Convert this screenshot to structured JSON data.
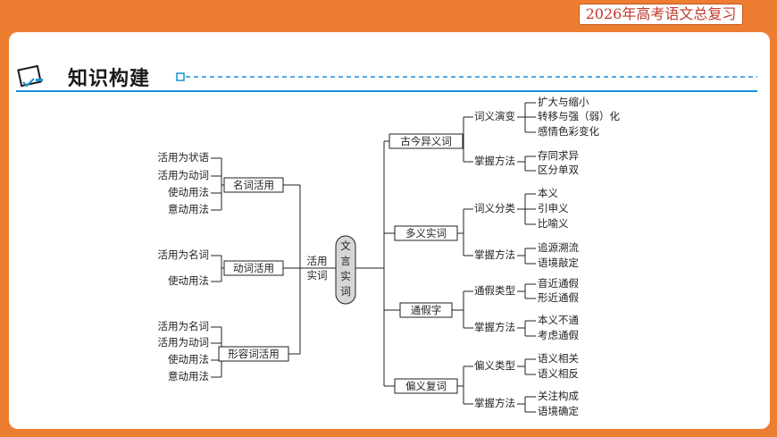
{
  "header": {
    "badge": "2026年高考语文总复习"
  },
  "section": {
    "title": "知识构建"
  },
  "diagram": {
    "root": "文言实词",
    "left_join": "活用实词",
    "left": [
      {
        "label": "名词活用",
        "items": [
          "活用为状语",
          "活用为动词",
          "使动用法",
          "意动用法"
        ]
      },
      {
        "label": "动词活用",
        "items": [
          "活用为名词",
          "使动用法"
        ]
      },
      {
        "label": "形容词活用",
        "items": [
          "活用为名词",
          "活用为动词",
          "使动用法",
          "意动用法"
        ]
      }
    ],
    "right": [
      {
        "label": "古今异义词",
        "subs": [
          {
            "label": "词义演变",
            "items": [
              "扩大与缩小",
              "转移与强（弱）化",
              "感情色彩变化"
            ]
          },
          {
            "label": "掌握方法",
            "items": [
              "存同求异",
              "区分单双"
            ]
          }
        ]
      },
      {
        "label": "多义实词",
        "subs": [
          {
            "label": "词义分类",
            "items": [
              "本义",
              "引申义",
              "比喻义"
            ]
          },
          {
            "label": "掌握方法",
            "items": [
              "追源溯流",
              "语境敲定"
            ]
          }
        ]
      },
      {
        "label": "通假字",
        "subs": [
          {
            "label": "通假类型",
            "items": [
              "音近通假",
              "形近通假"
            ]
          },
          {
            "label": "掌握方法",
            "items": [
              "本义不通",
              "考虑通假"
            ]
          }
        ]
      },
      {
        "label": "偏义复词",
        "subs": [
          {
            "label": "偏义类型",
            "items": [
              "语义相关",
              "语义相反"
            ]
          },
          {
            "label": "掌握方法",
            "items": [
              "关注构成",
              "语境确定"
            ]
          }
        ]
      }
    ]
  }
}
